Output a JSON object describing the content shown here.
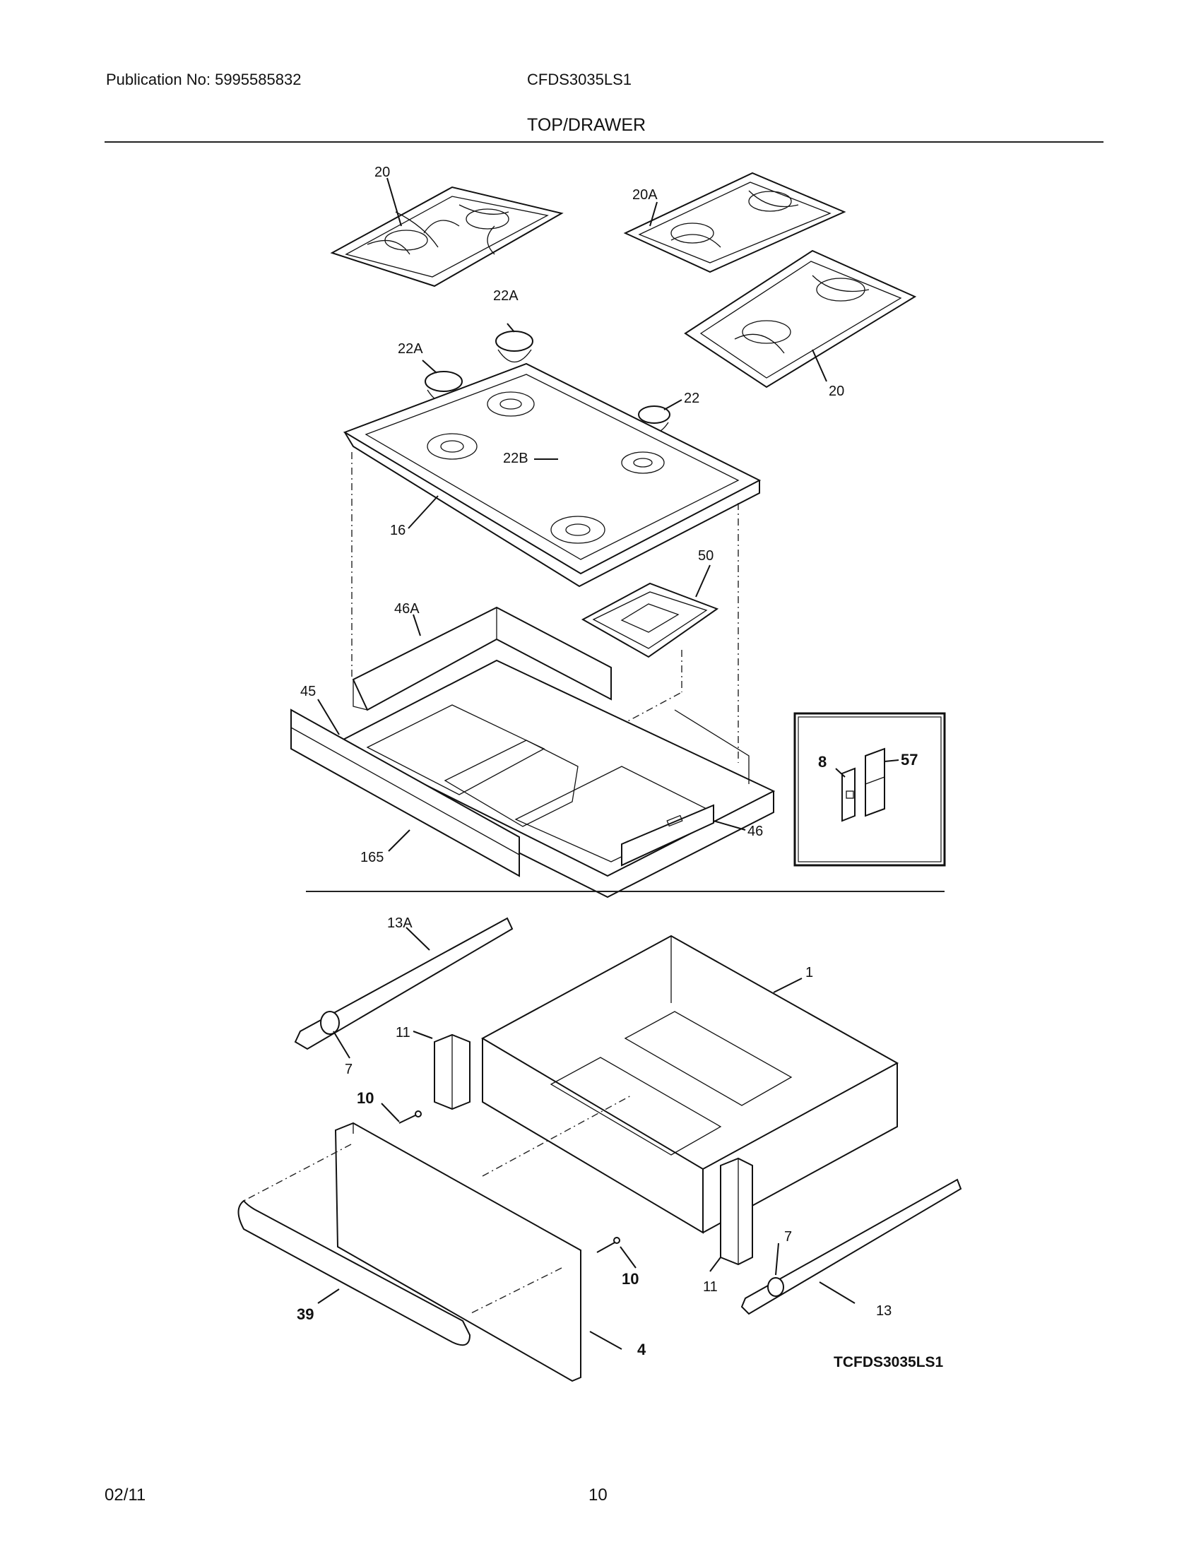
{
  "header": {
    "publication": "Publication No: 5995585832",
    "model": "CFDS3035LS1",
    "section_title": "TOP/DRAWER"
  },
  "footer": {
    "date": "02/11",
    "page": "10"
  },
  "diagram": {
    "code": "TCFDS3035LS1",
    "callouts": {
      "c20_left": "20",
      "c20A": "20A",
      "c20_right": "20",
      "c22A_top": "22A",
      "c22A_left": "22A",
      "c22": "22",
      "c22B": "22B",
      "c16": "16",
      "c50": "50",
      "c46A": "46A",
      "c45": "45",
      "c165": "165",
      "c46": "46",
      "c8": "8",
      "c57": "57",
      "c13A": "13A",
      "c1": "1",
      "c11_left": "11",
      "c7_left": "7",
      "c10_left": "10",
      "c10_right": "10",
      "c39": "39",
      "c4": "4",
      "c11_right": "11",
      "c7_right": "7",
      "c13": "13"
    }
  }
}
